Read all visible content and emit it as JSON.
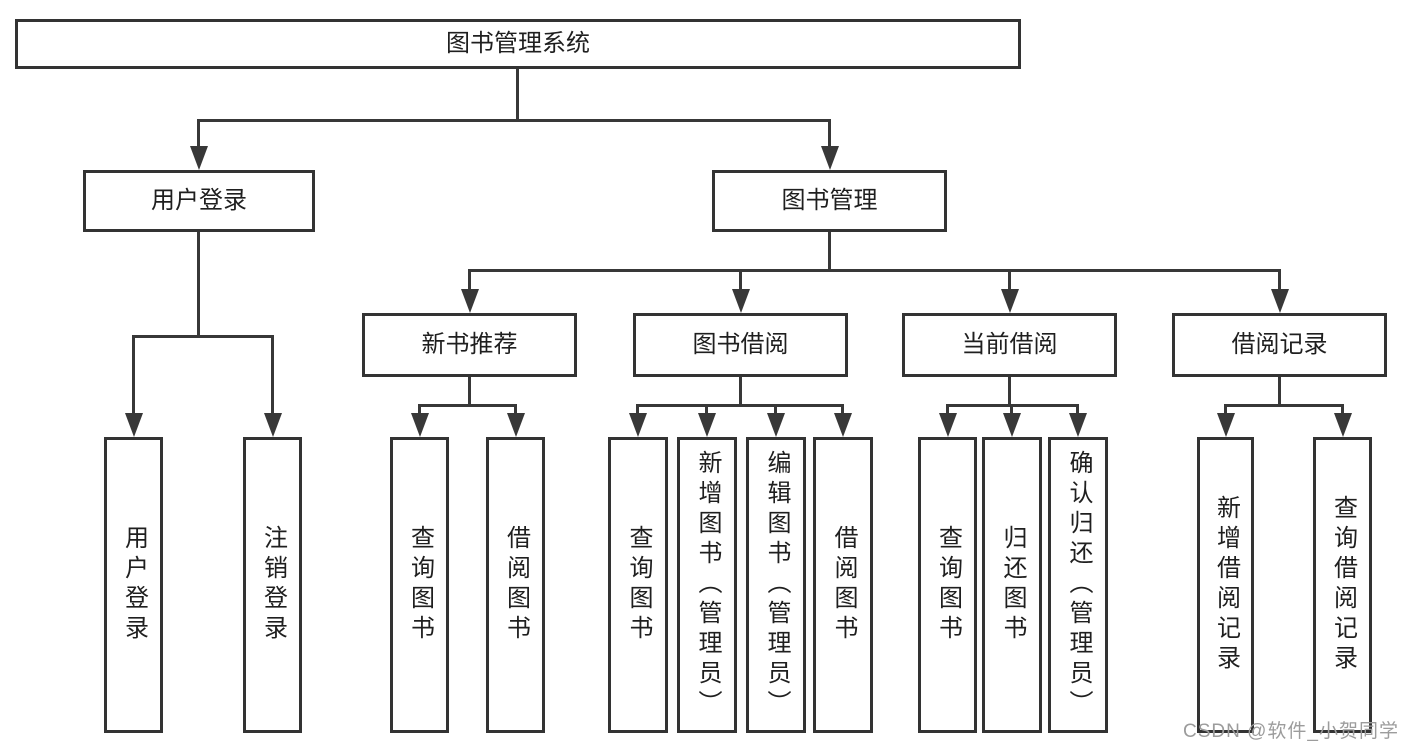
{
  "diagram": {
    "root": "图书管理系统",
    "branches": [
      {
        "label": "用户登录",
        "children": [
          "用户登录",
          "注销登录"
        ]
      },
      {
        "label": "图书管理",
        "sections": [
          {
            "label": "新书推荐",
            "children": [
              "查询图书",
              "借阅图书"
            ]
          },
          {
            "label": "图书借阅",
            "children": [
              "查询图书",
              "新增图书（管理员）",
              "编辑图书（管理员）",
              "借阅图书"
            ]
          },
          {
            "label": "当前借阅",
            "children": [
              "查询图书",
              "归还图书",
              "确认归还（管理员）"
            ]
          },
          {
            "label": "借阅记录",
            "children": [
              "新增借阅记录",
              "查询借阅记录"
            ]
          }
        ]
      }
    ]
  },
  "watermark": {
    "text": "CSDN @软件_小贺同学"
  },
  "colors": {
    "line": "#383838",
    "box_border": "#333333",
    "text": "#1f1f1f",
    "background": "#ffffff",
    "watermark": "#9c9c9c"
  }
}
